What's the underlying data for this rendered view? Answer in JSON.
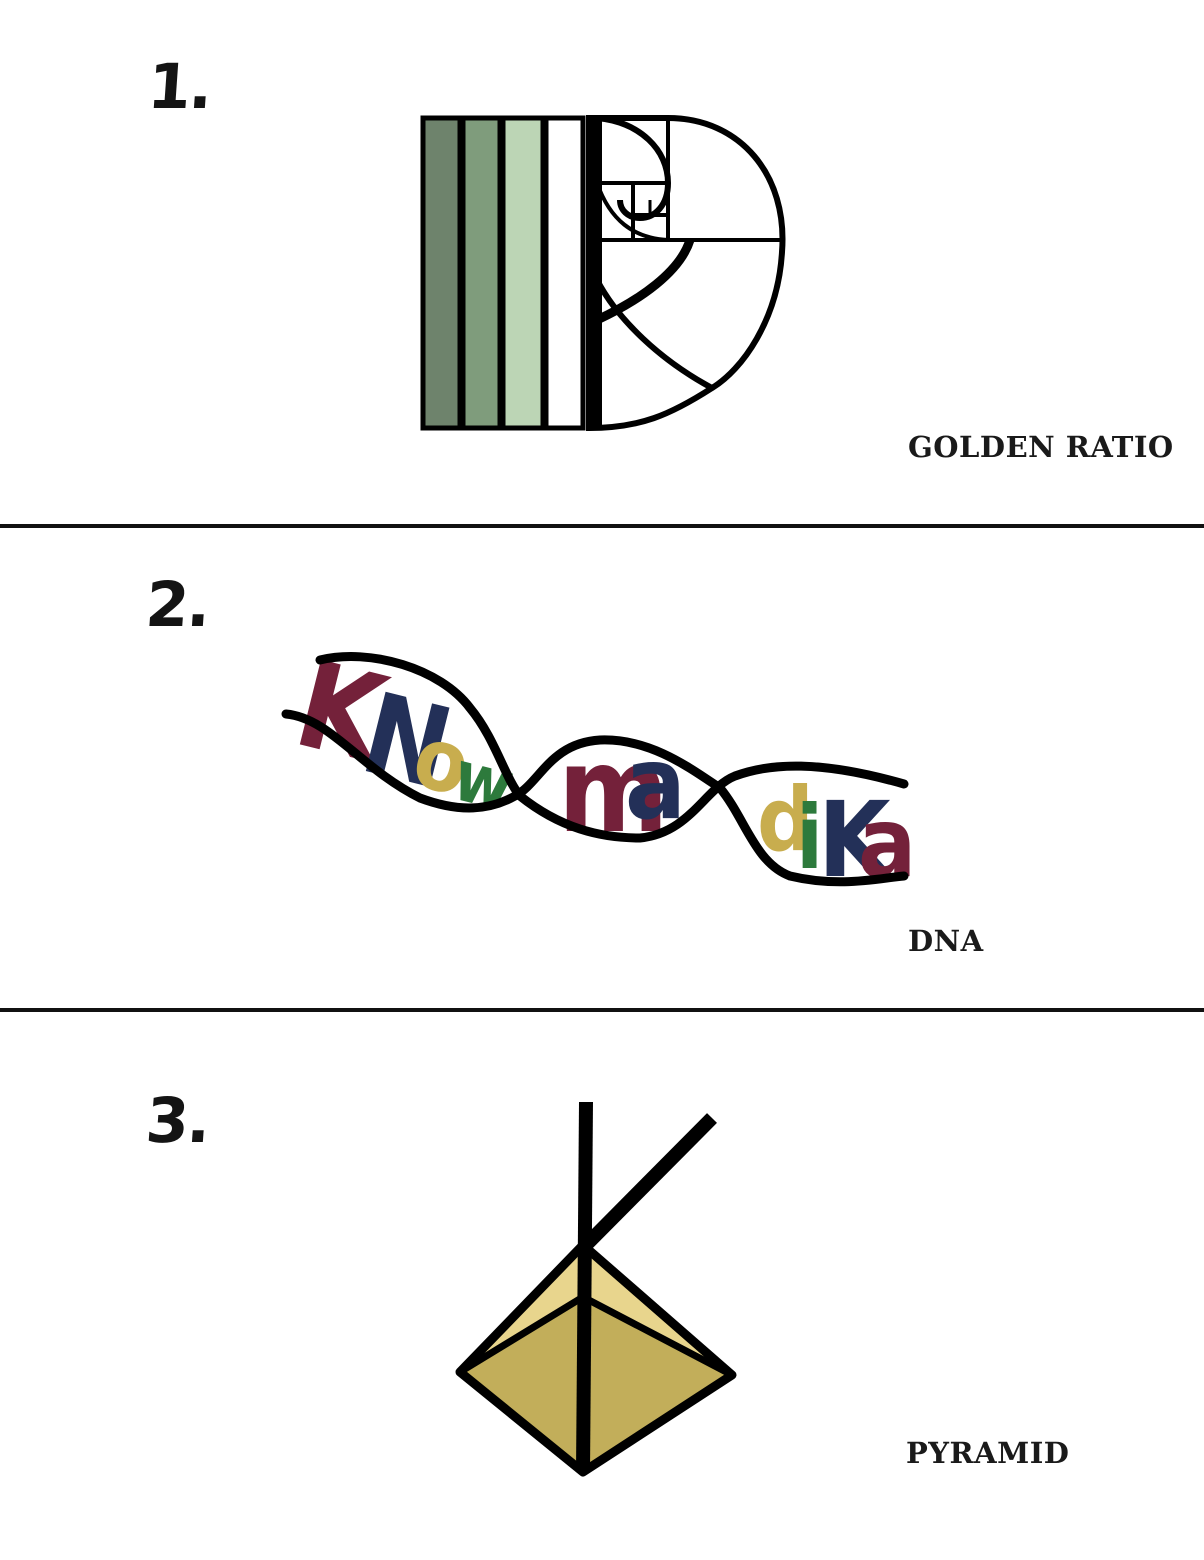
{
  "sections": [
    {
      "number": "1.",
      "caption": "GOLDEN RATIO",
      "bar_colors": [
        "#6e836c",
        "#7f9c7c",
        "#bcd5b5",
        "#ffffff"
      ]
    },
    {
      "number": "2.",
      "caption": "DNA",
      "letters": [
        {
          "char": "K",
          "color": "#74213a"
        },
        {
          "char": "N",
          "color": "#233058"
        },
        {
          "char": "o",
          "color": "#c8ad4e"
        },
        {
          "char": "w",
          "color": "#2d7a3c"
        },
        {
          "char": "m",
          "color": "#74213a"
        },
        {
          "char": "a",
          "color": "#233058"
        },
        {
          "char": "d",
          "color": "#c8ad4e"
        },
        {
          "char": "i",
          "color": "#2d7a3c"
        },
        {
          "char": "K",
          "color": "#233058"
        },
        {
          "char": "a",
          "color": "#74213a"
        }
      ]
    },
    {
      "number": "3.",
      "caption": "PYRAMID",
      "face_colors": [
        "#e8d58d",
        "#c2ae5a"
      ]
    }
  ]
}
